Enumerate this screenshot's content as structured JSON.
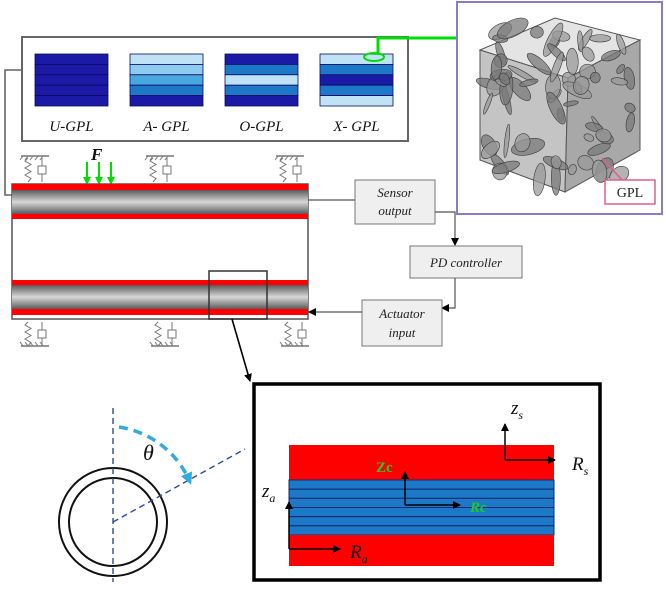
{
  "gpl_patterns": [
    {
      "label": "U-GPL",
      "layers": [
        "#1a1aa6",
        "#1a1aa6",
        "#1a1aa6",
        "#1a1aa6",
        "#1a1aa6"
      ]
    },
    {
      "label": "A- GPL",
      "layers": [
        "#bfe3f5",
        "#8fcbee",
        "#4aa8e0",
        "#1e78c8",
        "#1a1aa6"
      ]
    },
    {
      "label": "O-GPL",
      "layers": [
        "#1a1aa6",
        "#1e78c8",
        "#bfe3f5",
        "#1e78c8",
        "#1a1aa6"
      ]
    },
    {
      "label": "X- GPL",
      "layers": [
        "#bfe3f5",
        "#1e78c8",
        "#1a1aa6",
        "#1e78c8",
        "#bfe3f5"
      ]
    }
  ],
  "force_label": "F",
  "gpl_label": "GPL",
  "controller": {
    "sensor": [
      "Sensor",
      "output"
    ],
    "pd": "PD controller",
    "actuator": [
      "Actuator",
      "input"
    ]
  },
  "cross_section": {
    "angle": "θ"
  },
  "detail_axes": {
    "zs": "z",
    "zs_sub": "s",
    "rs": "R",
    "rs_sub": "s",
    "zc": "Zc",
    "rc": "Rc",
    "za": "z",
    "za_sub": "a",
    "ra": "R",
    "ra_sub": "a"
  },
  "colors": {
    "red": "#ff0000",
    "core_blue": "#1e78c8",
    "green": "#00dd00",
    "cyan_arc": "#33aadd",
    "gpl_border": "#e0608a",
    "cube_border": "#8a7cc8"
  }
}
